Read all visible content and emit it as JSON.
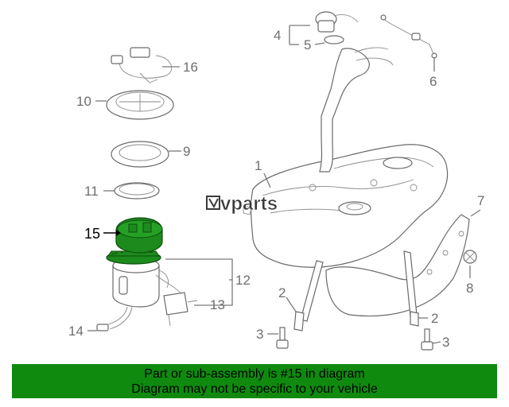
{
  "watermark": "vparts",
  "callouts": {
    "c1": "1",
    "c2a": "2",
    "c2b": "2",
    "c3a": "3",
    "c3b": "3",
    "c4": "4",
    "c5": "5",
    "c6": "6",
    "c7": "7",
    "c8": "8",
    "c9": "9",
    "c10": "10",
    "c11": "11",
    "c12": "12",
    "c13": "13",
    "c14": "14",
    "c15": "15",
    "c16": "16"
  },
  "highlighted_part": "15",
  "colors": {
    "highlight": "#1d8a1d",
    "banner": "#0f8a0f",
    "line": "#7a7a7a"
  },
  "banner": {
    "line1": "Part or sub-assembly is #15 in diagram",
    "line2": "Diagram may not be specific to your vehicle"
  }
}
